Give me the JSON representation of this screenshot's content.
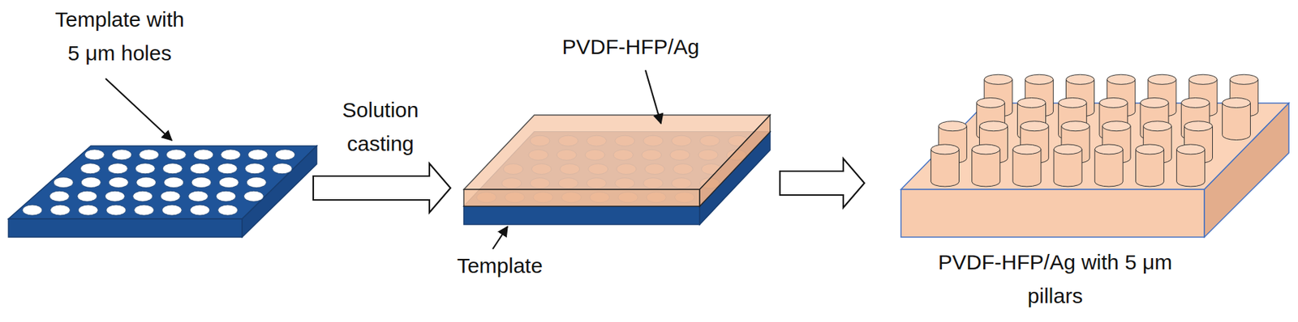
{
  "diagram": {
    "nodes": [
      {
        "text": [
          "Template with 5 μm holes"
        ]
      },
      {
        "text": [
          "PVDF-HFP/Ag",
          "Template"
        ]
      },
      {
        "text": [
          "PVDF-HFP/Ag with 5 μm pillars"
        ]
      }
    ],
    "edges": [
      {
        "from": 0,
        "to": 1,
        "arrow": "to",
        "label": "Solution casting"
      },
      {
        "from": 1,
        "to": 2,
        "arrow": "to"
      }
    ]
  }
}
